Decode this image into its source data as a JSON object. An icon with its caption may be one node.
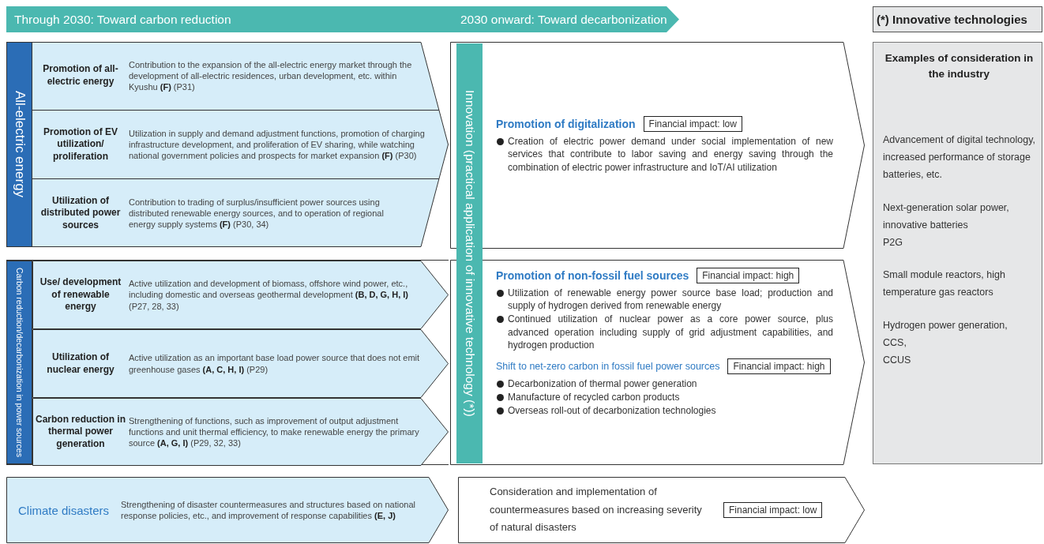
{
  "diagram": {
    "nodes": [
      {
        "text": [
          "Through 2030: Toward carbon reduction",
          "2030 onward: Toward decarbonization"
        ]
      },
      {
        "text": [
          "(*) Innovative technologies"
        ]
      },
      {
        "text": [
          "All-electric energy"
        ]
      },
      {
        "text": [
          "Promotion of all-electric energy",
          "Contribution to the expansion of the all-electric energy market through the development of all-electric residences, urban development, etc. within Kyushu **(F)** (P31)"
        ],
        "in": 2
      },
      {
        "text": [
          "Promotion of EV utilization/ proliferation",
          "Utilization in supply and demand adjustment functions, promotion of charging infrastructure development, and proliferation of EV sharing, while watching national government policies and prospects for market expansion **(F)** (P30)"
        ],
        "in": 2
      },
      {
        "text": [
          "Utilization of distributed power sources",
          "Contribution to trading of surplus/insufficient power sources using distributed renewable energy sources, and to operation of regional energy supply systems **(F)** (P30, 34)"
        ],
        "in": 2
      },
      {
        "text": [
          "Carbon reduction/decarbonization in power sources"
        ]
      },
      {
        "text": [
          "Use/ development of renewable energy",
          "Active utilization and development of biomass, offshore wind power, etc., including domestic and overseas geothermal development **(B, D, G, H, I)** (P27, 28, 33)"
        ],
        "in": 6
      },
      {
        "text": [
          "Utilization of nuclear energy",
          "Active utilization as an important base load power source that does not emit greenhouse gases **(A, C, H, I)** (P29)"
        ],
        "in": 6
      },
      {
        "text": [
          "Carbon reduction in thermal power generation",
          "Strengthening of functions, such as improvement of output adjustment functions and unit thermal efficiency, to make renewable energy the primary source **(A, G, I)** (P29, 32, 33)"
        ],
        "in": 6
      },
      {
        "text": [
          "Climate disasters",
          "Strengthening of disaster countermeasures and structures based on national response policies, etc., and improvement of response capabilities **(E, J)**"
        ]
      },
      {
        "text": [
          "Innovation (practical application of innovative technology (*))"
        ]
      },
      {
        "text": [
          "Promotion of digitalization",
          "Creation of electric power demand under social implementation of new services that contribute to labor saving and energy saving through the combination of electric power infrastructure and IoT/AI utilization"
        ]
      },
      {
        "text": [
          "Financial impact: low"
        ],
        "in": 12
      },
      {
        "text": [
          "Promotion of non-fossil fuel sources",
          "Utilization of renewable energy power source base load; production and supply of hydrogen derived from renewable energy",
          "Continued utilization of nuclear power as a core power source, plus advanced operation including supply of grid adjustment capabilities, and hydrogen production",
          "Shift to net-zero carbon in fossil fuel power sources",
          "Decarbonization of thermal power generation",
          "Manufacture of recycled carbon products",
          "Overseas roll-out of decarbonization technologies"
        ]
      },
      {
        "text": [
          "Financial impact: high"
        ],
        "in": 14
      },
      {
        "text": [
          "Financial impact: high"
        ],
        "in": 14
      },
      {
        "text": [
          "Consideration and implementation of countermeasures based on increasing severity of natural disasters"
        ]
      },
      {
        "text": [
          "Financial impact: low"
        ],
        "in": 17
      },
      {
        "text": [
          "Examples of consideration in the industry",
          "Advancement of digital technology, increased performance of storage batteries, etc.",
          "Next-generation solar power, innovative batteries",
          "P2G",
          "Small module reactors, high temperature gas reactors",
          "Hydrogen power generation,",
          "CCS,",
          "CCUS"
        ]
      }
    ]
  }
}
